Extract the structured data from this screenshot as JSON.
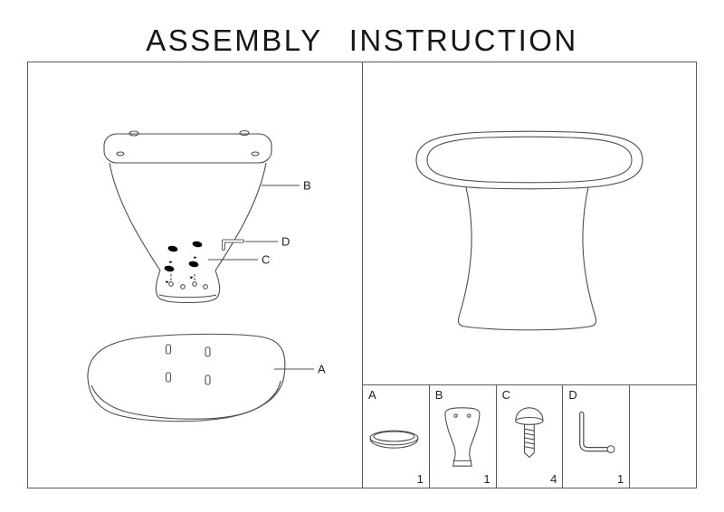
{
  "title": "ASSEMBLY INSTRUCTION",
  "diagram": {
    "callout_b": "B",
    "callout_d": "D",
    "callout_c": "C",
    "callout_a": "A"
  },
  "parts_list": {
    "items": [
      {
        "label": "A",
        "qty": "1",
        "icon": "base-plate-icon"
      },
      {
        "label": "B",
        "qty": "1",
        "icon": "table-body-icon"
      },
      {
        "label": "C",
        "qty": "4",
        "icon": "screw-icon"
      },
      {
        "label": "D",
        "qty": "1",
        "icon": "allen-key-icon"
      }
    ]
  }
}
